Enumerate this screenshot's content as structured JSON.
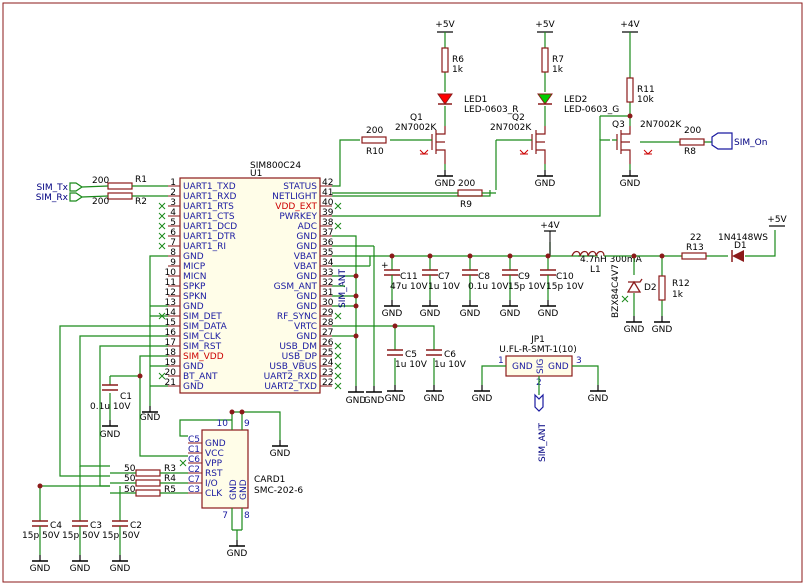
{
  "power": {
    "p5v": "+5V",
    "p4v": "+4V",
    "gnd": "GND"
  },
  "nets": {
    "sim_tx": "SIM_Tx",
    "sim_rx": "SIM_Rx",
    "sim_on": "SIM_On",
    "sim_ant": "SIM_ANT"
  },
  "u1": {
    "ref": "U1",
    "value": "SIM800C24",
    "left_pins": [
      {
        "n": "1",
        "name": "UART1_TXD"
      },
      {
        "n": "2",
        "name": "UART1_RXD"
      },
      {
        "n": "3",
        "name": "UART1_RTS"
      },
      {
        "n": "4",
        "name": "UART1_CTS"
      },
      {
        "n": "5",
        "name": "UART1_DCD"
      },
      {
        "n": "6",
        "name": "UART1_DTR"
      },
      {
        "n": "7",
        "name": "UART1_RI"
      },
      {
        "n": "8",
        "name": "GND"
      },
      {
        "n": "9",
        "name": "MICP"
      },
      {
        "n": "10",
        "name": "MICN"
      },
      {
        "n": "11",
        "name": "SPKP"
      },
      {
        "n": "12",
        "name": "SPKN"
      },
      {
        "n": "13",
        "name": "GND"
      },
      {
        "n": "14",
        "name": "SIM_DET"
      },
      {
        "n": "15",
        "name": "SIM_DATA"
      },
      {
        "n": "16",
        "name": "SIM_CLK"
      },
      {
        "n": "17",
        "name": "SIM_RST"
      },
      {
        "n": "18",
        "name": "SIM_VDD"
      },
      {
        "n": "19",
        "name": "GND"
      },
      {
        "n": "20",
        "name": "BT_ANT"
      },
      {
        "n": "21",
        "name": "GND"
      }
    ],
    "right_pins": [
      {
        "n": "42",
        "name": "STATUS"
      },
      {
        "n": "41",
        "name": "NETLIGHT"
      },
      {
        "n": "40",
        "name": "VDD_EXT"
      },
      {
        "n": "39",
        "name": "PWRKEY"
      },
      {
        "n": "38",
        "name": "ADC"
      },
      {
        "n": "37",
        "name": "GND"
      },
      {
        "n": "36",
        "name": "GND"
      },
      {
        "n": "35",
        "name": "VBAT"
      },
      {
        "n": "34",
        "name": "VBAT"
      },
      {
        "n": "33",
        "name": "GND"
      },
      {
        "n": "32",
        "name": "GSM_ANT"
      },
      {
        "n": "31",
        "name": "GND"
      },
      {
        "n": "30",
        "name": "GND"
      },
      {
        "n": "29",
        "name": "RF_SYNC"
      },
      {
        "n": "28",
        "name": "VRTC"
      },
      {
        "n": "27",
        "name": "GND"
      },
      {
        "n": "26",
        "name": "USB_DM"
      },
      {
        "n": "25",
        "name": "USB_DP"
      },
      {
        "n": "24",
        "name": "USB_VBUS"
      },
      {
        "n": "23",
        "name": "UART2_RXD"
      },
      {
        "n": "22",
        "name": "UART2_TXD"
      }
    ]
  },
  "resistors": {
    "r1": {
      "ref": "R1",
      "value": "200"
    },
    "r2": {
      "ref": "R2",
      "value": "200"
    },
    "r3": {
      "ref": "R3",
      "value": "50"
    },
    "r4": {
      "ref": "R4",
      "value": "50"
    },
    "r5": {
      "ref": "R5",
      "value": "50"
    },
    "r6": {
      "ref": "R6",
      "value": "1k"
    },
    "r7": {
      "ref": "R7",
      "value": "1k"
    },
    "r8": {
      "ref": "R8",
      "value": "200"
    },
    "r9": {
      "ref": "R9",
      "value": "200"
    },
    "r10": {
      "ref": "R10",
      "value": "200"
    },
    "r11": {
      "ref": "R11",
      "value": "10k"
    },
    "r12": {
      "ref": "R12",
      "value": "1k"
    },
    "r13": {
      "ref": "R13",
      "value": "22"
    }
  },
  "caps": {
    "c1": {
      "ref": "C1",
      "value": "0.1u 10V"
    },
    "c2": {
      "ref": "C2",
      "value": "15p 50V"
    },
    "c3": {
      "ref": "C3",
      "value": "15p 50V"
    },
    "c4": {
      "ref": "C4",
      "value": "15p 50V"
    },
    "c5": {
      "ref": "C5",
      "value": "1u 10V"
    },
    "c6": {
      "ref": "C6",
      "value": "1u 10V"
    },
    "c7": {
      "ref": "C7",
      "value": "1u 10V"
    },
    "c8": {
      "ref": "C8",
      "value": "0.1u 10V"
    },
    "c9": {
      "ref": "C9",
      "value": "15p 10V"
    },
    "c10": {
      "ref": "C10",
      "value": "15p 10V"
    },
    "c11": {
      "ref": "C11",
      "value": "47u 10V"
    }
  },
  "leds": {
    "led1": {
      "ref": "LED1",
      "value": "LED-0603_R"
    },
    "led2": {
      "ref": "LED2",
      "value": "LED-0603_G"
    }
  },
  "transistors": {
    "q1": {
      "ref": "Q1",
      "value": "2N7002K"
    },
    "q2": {
      "ref": "Q2",
      "value": "2N7002K"
    },
    "q3": {
      "ref": "Q3",
      "value": "2N7002K"
    }
  },
  "l1": {
    "ref": "L1",
    "value": "4.7nH 300mA"
  },
  "d1": {
    "ref": "D1",
    "value": "1N4148WS"
  },
  "d2": {
    "ref": "D2",
    "value": "BZX84C4V7"
  },
  "jp1": {
    "ref": "JP1",
    "value": "U.FL-R-SMT-1(10)",
    "pin_gnd": "GND",
    "pin_sig": "SIG",
    "p1": "1",
    "p2": "2",
    "p3": "3"
  },
  "card1": {
    "ref": "CARD1",
    "value": "SMC-202-6",
    "pins": [
      {
        "n": "C5",
        "name": "GND"
      },
      {
        "n": "C1",
        "name": "VCC"
      },
      {
        "n": "C6",
        "name": "VPP"
      },
      {
        "n": "C2",
        "name": "RST"
      },
      {
        "n": "C7",
        "name": "I/O"
      },
      {
        "n": "C3",
        "name": "CLK"
      }
    ],
    "top_pins": [
      "10",
      "9"
    ],
    "bot_pins": [
      "7",
      "8"
    ],
    "gnd_labels": [
      "GND",
      "GND",
      "GND",
      "GND"
    ]
  },
  "colors": {
    "wire": "#1a8a1a",
    "body": "#8b1a1a",
    "pin_name": "#1a1aa0",
    "power_pin": "#cc0000",
    "led_red": "#ff0000",
    "led_green": "#00cc00"
  }
}
